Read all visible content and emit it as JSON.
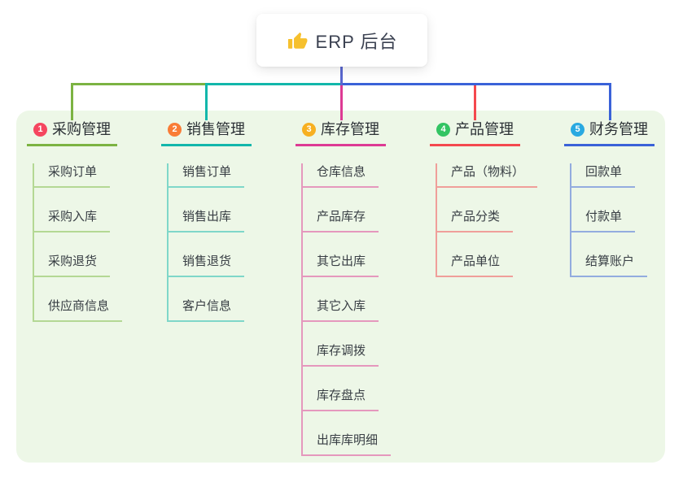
{
  "root": {
    "label": "ERP 后台",
    "icon": "thumbs-up-icon",
    "icon_color": "#f6c02d"
  },
  "colors": {
    "canvas_bg": "#ffffff",
    "container_bg": "#edf7e7",
    "root_line": "#5a68d0",
    "header_text": "#2b3035",
    "child_text": "#383e44"
  },
  "branches": [
    {
      "index": "1",
      "label": "采购管理",
      "badge_color": "#f5465f",
      "line_color": "#7cb342",
      "child_line_color": "#b4d894",
      "children": [
        "采购订单",
        "采购入库",
        "采购退货",
        "供应商信息"
      ]
    },
    {
      "index": "2",
      "label": "销售管理",
      "badge_color": "#f97c36",
      "line_color": "#12b7ab",
      "child_line_color": "#7fd7c9",
      "children": [
        "销售订单",
        "销售出库",
        "销售退货",
        "客户信息"
      ]
    },
    {
      "index": "3",
      "label": "库存管理",
      "badge_color": "#f7b021",
      "line_color": "#dd3a94",
      "child_line_color": "#e598bd",
      "children": [
        "仓库信息",
        "产品库存",
        "其它出库",
        "其它入库",
        "库存调拨",
        "库存盘点",
        "出库库明细"
      ]
    },
    {
      "index": "4",
      "label": "产品管理",
      "badge_color": "#33c463",
      "line_color": "#f4484e",
      "child_line_color": "#f09f9a",
      "children": [
        "产品（物料）",
        "产品分类",
        "产品单位"
      ]
    },
    {
      "index": "5",
      "label": "财务管理",
      "badge_color": "#29a9e1",
      "line_color": "#3a62d8",
      "child_line_color": "#93acdf",
      "children": [
        "回款单",
        "付款单",
        "结算账户"
      ]
    }
  ]
}
